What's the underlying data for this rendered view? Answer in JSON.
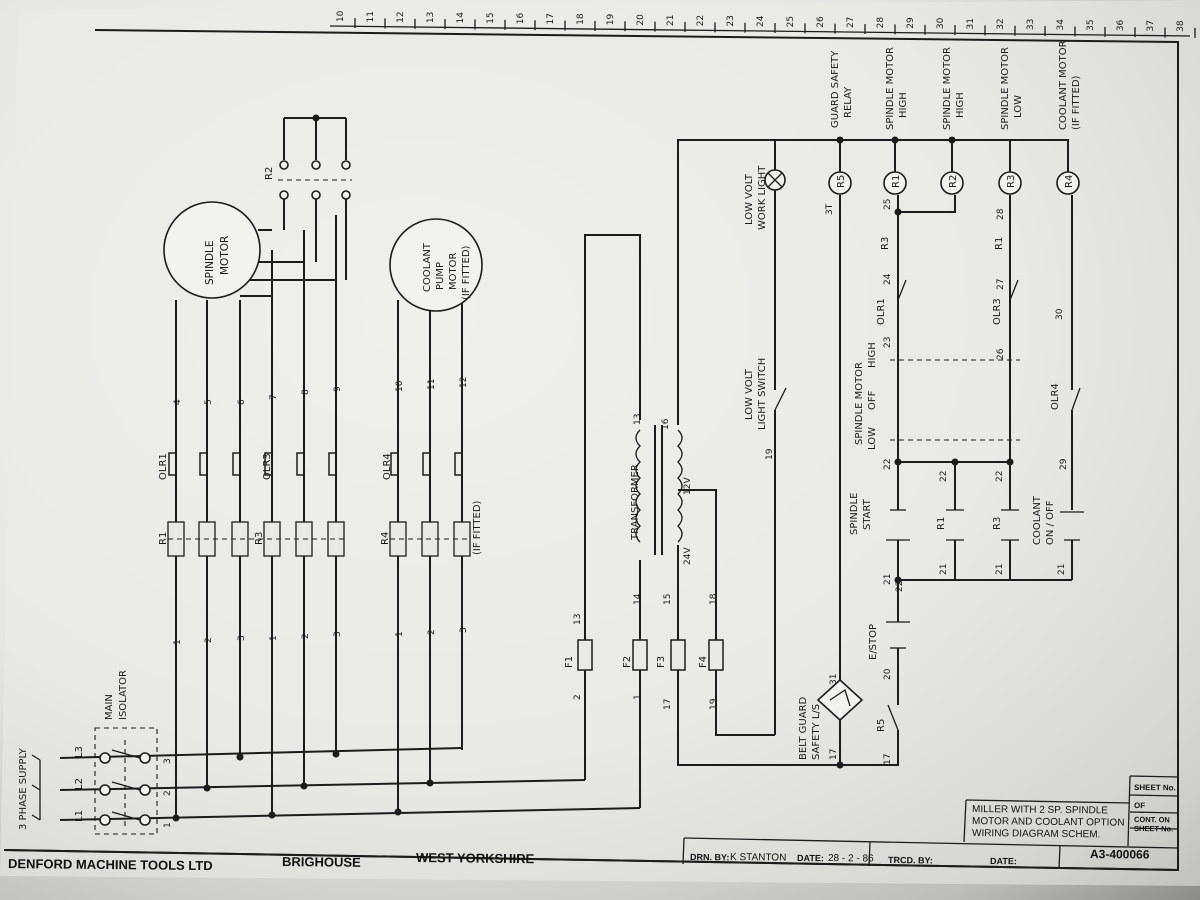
{
  "supply": {
    "label": "3 PHASE SUPPLY",
    "lines": [
      "L1",
      "L2",
      "L3"
    ]
  },
  "isolator": {
    "label_1": "MAIN",
    "label_2": "ISOLATOR",
    "terminals": [
      "1",
      "2",
      "3"
    ]
  },
  "spindle_motor": {
    "label_1": "SPINDLE",
    "label_2": "MOTOR"
  },
  "coolant_motor": {
    "label_1": "COOLANT",
    "label_2": "PUMP",
    "label_3": "MOTOR",
    "label_4": "(IF FITTED)"
  },
  "power_contacts": [
    "R1",
    "R3",
    "R4"
  ],
  "overloads": [
    "OLR1",
    "OLR3",
    "OLR4"
  ],
  "if_fitted": "(IF FITTED)",
  "relay_r2": "R2",
  "wire_numbers": {
    "motor": [
      "4",
      "5",
      "6",
      "7",
      "8",
      "9",
      "10",
      "11",
      "12"
    ],
    "phase": [
      "1",
      "2",
      "3",
      "1",
      "2",
      "3",
      "1",
      "2",
      "3"
    ],
    "transformer_in": [
      "13",
      "14",
      "15",
      "16"
    ],
    "secondary": [
      "24V",
      "12V",
      "18",
      "19"
    ],
    "fuse_feed": [
      "2",
      "1",
      "17",
      "19"
    ]
  },
  "transformer": "TRANSFORMER",
  "fuses": [
    "F1",
    "F2",
    "F3",
    "F4"
  ],
  "fuse_13": "13",
  "light_switch": {
    "label_1": "LOW VOLT",
    "label_2": "LIGHT SWITCH",
    "wire": "19"
  },
  "work_light": {
    "label_1": "LOW VOLT",
    "label_2": "WORK LIGHT"
  },
  "belt_guard": {
    "label_1": "BELT GUARD",
    "label_2": "SAFETY L/S",
    "wire": "31"
  },
  "estop": {
    "label": "E/STOP"
  },
  "control_contacts": [
    "R5",
    "R1",
    "R3"
  ],
  "spindle_start": {
    "label_1": "SPINDLE",
    "label_2": "START"
  },
  "coolant_switch": {
    "label_1": "COOLANT",
    "label_2": "ON / OFF"
  },
  "selector": {
    "label_1": "SPINDLE MOTOR",
    "label_2": "OFF",
    "high": "HIGH",
    "low": "LOW"
  },
  "control_overloads": [
    "OLR1",
    "OLR3",
    "OLR4"
  ],
  "control_relay_contacts": [
    "R3",
    "R1"
  ],
  "control_wire_numbers": [
    "17",
    "20",
    "21",
    "22",
    "23",
    "24",
    "25",
    "26",
    "27",
    "28",
    "29",
    "30",
    "3T",
    "17",
    "21",
    "22",
    "21",
    "22",
    "21",
    "22"
  ],
  "coils": [
    {
      "id": "R5",
      "label_1": "GUARD SAFETY",
      "label_2": "RELAY"
    },
    {
      "id": "R1",
      "label_1": "SPINDLE MOTOR",
      "label_2": "HIGH"
    },
    {
      "id": "R2",
      "label_1": "SPINDLE MOTOR",
      "label_2": "HIGH"
    },
    {
      "id": "R3",
      "label_1": "SPINDLE MOTOR",
      "label_2": "LOW"
    },
    {
      "id": "R4",
      "label_1": "COOLANT MOTOR",
      "label_2": "(IF FITTED)"
    }
  ],
  "ruler_numbers": [
    "10",
    "11",
    "12",
    "13",
    "14",
    "15",
    "16",
    "17",
    "18",
    "19",
    "20",
    "21",
    "22",
    "23",
    "24",
    "25",
    "26",
    "27",
    "28",
    "29",
    "30",
    "31",
    "32",
    "33",
    "34",
    "35",
    "36",
    "37",
    "38"
  ],
  "title_block": {
    "company": "DENFORD MACHINE TOOLS LTD",
    "town": "BRIGHOUSE",
    "county": "WEST YORKSHIRE",
    "drn_label": "DRN. BY:",
    "drn_value": "K  STANTON",
    "date_label": "DATE:",
    "date_value": "28 - 2 - 86",
    "trcd_label": "TRCD. BY:",
    "date2_label": "DATE:",
    "sheet_label": "SHEET No.",
    "of_label": "OF",
    "cont_label_1": "CONT. ON",
    "cont_label_2": "SHEET No.",
    "title_1": "MILLER WITH 2 SP. SPINDLE",
    "title_2": "MOTOR AND COOLANT OPTION",
    "title_3": "WIRING DIAGRAM SCHEM.",
    "drawing_no": "A3-400066"
  }
}
